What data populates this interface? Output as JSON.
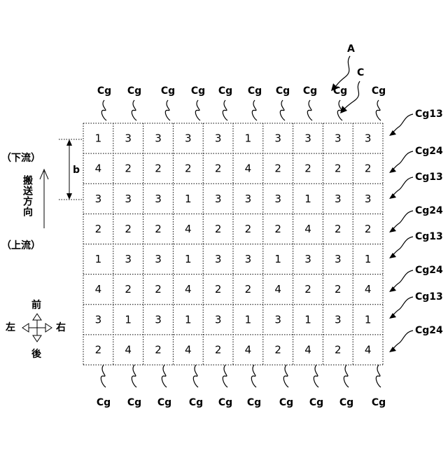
{
  "grid": {
    "rows": [
      [
        "1",
        "3",
        "3",
        "3",
        "3",
        "1",
        "3",
        "3",
        "3",
        "3"
      ],
      [
        "4",
        "2",
        "2",
        "2",
        "2",
        "4",
        "2",
        "2",
        "2",
        "2"
      ],
      [
        "3",
        "3",
        "3",
        "1",
        "3",
        "3",
        "3",
        "1",
        "3",
        "3"
      ],
      [
        "2",
        "2",
        "2",
        "4",
        "2",
        "2",
        "2",
        "4",
        "2",
        "2"
      ],
      [
        "1",
        "3",
        "3",
        "1",
        "3",
        "3",
        "1",
        "3",
        "3",
        "1"
      ],
      [
        "4",
        "2",
        "2",
        "4",
        "2",
        "2",
        "4",
        "2",
        "2",
        "4"
      ],
      [
        "3",
        "1",
        "3",
        "1",
        "3",
        "1",
        "3",
        "1",
        "3",
        "1"
      ],
      [
        "2",
        "4",
        "2",
        "4",
        "2",
        "4",
        "2",
        "4",
        "2",
        "4"
      ]
    ]
  },
  "top_labels": [
    "Cg",
    "Cg",
    "Cg",
    "Cg",
    "Cg",
    "Cg",
    "Cg",
    "Cg",
    "Cg",
    "Cg"
  ],
  "bottom_labels": [
    "Cg",
    "Cg",
    "Cg",
    "Cg",
    "Cg",
    "Cg",
    "Cg",
    "Cg",
    "Cg",
    "Cg"
  ],
  "right_labels": [
    "Cg13",
    "Cg24",
    "Cg13",
    "Cg24",
    "Cg13",
    "Cg24",
    "Cg13",
    "Cg24"
  ],
  "ref_a": "A",
  "ref_c": "C",
  "dim_b": "b",
  "downstream": "（下流）",
  "conveying_direction": "搬送方向",
  "upstream": "（上流）",
  "compass": {
    "front": "前",
    "back": "後",
    "left": "左",
    "right": "右"
  }
}
